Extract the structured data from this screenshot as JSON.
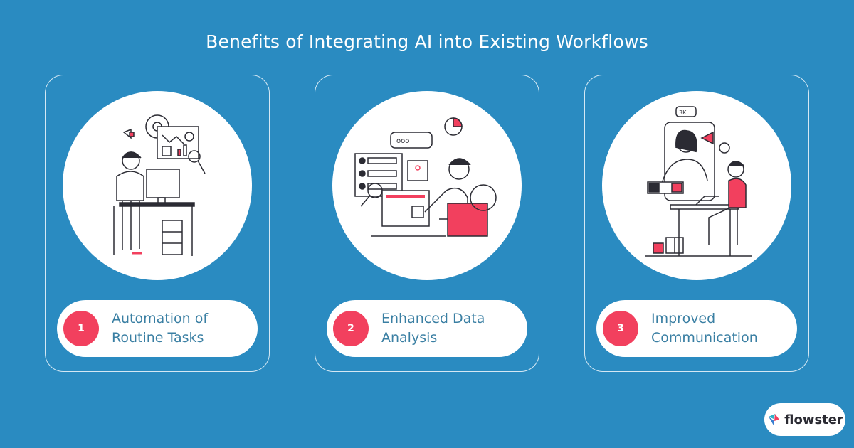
{
  "title": "Benefits of Integrating AI into Existing Workflows",
  "cards": [
    {
      "number": "1",
      "label": "Automation of Routine Tasks",
      "illustration": "person-at-desk-with-charts"
    },
    {
      "number": "2",
      "label": "Enhanced Data Analysis",
      "illustration": "person-analyzing-data"
    },
    {
      "number": "3",
      "label": "Improved Communication",
      "illustration": "person-video-call-megaphone",
      "badge_text": "3K"
    }
  ],
  "logo": {
    "text": "flowster"
  },
  "colors": {
    "background": "#2a8bc1",
    "accent": "#f2405e",
    "text": "#3a7fa3"
  }
}
